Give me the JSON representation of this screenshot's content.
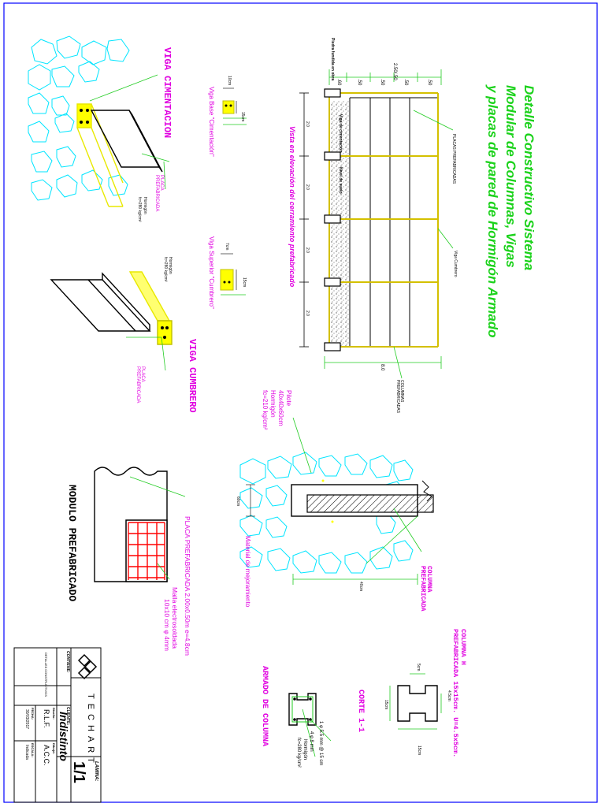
{
  "title": {
    "line1": "Detalle Constructivo Sistema",
    "line2": "Modular de Columnas, Vigas",
    "line3": "y placas de pared de Hormigón Armado"
  },
  "elevation": {
    "caption": "Vista en elevación del cerramiento prefabricado",
    "placas_label": "PLACAS  PREFABRICADAS",
    "columnas_label": "COLUMNAS PREFABRICADAS",
    "viga_cumbrero_label": "Viga Cumbrero",
    "piedra_label": "Piedra fundida en obra",
    "viga_cimentacion_label": "Viga de cimentación",
    "nivel_label": "Nivel de suelo",
    "top_dims": [
      ".60",
      ".50",
      ".50",
      "2.50/.50",
      ".50",
      ".50"
    ],
    "side_dims": [
      "2.0",
      "2.0",
      "2.0",
      "2.0"
    ],
    "total_length": "8.0"
  },
  "viga_cimentacion": {
    "title": "VIGA CIMENTACION",
    "section_label": "Viga Base \"Cimentación\"",
    "dim_width": "10cm",
    "dim_height": "15cm",
    "placa_label": "PLACA PREFABRICADA",
    "hormigon": "Hormigón",
    "resistencia": "fc=280 kg/cm²"
  },
  "viga_cumbrero": {
    "title": "VIGA CUMBRERO",
    "section_label": "Viga Superior \"Cumbrero\"",
    "dim_width": "7cm",
    "dim_height": "15cm",
    "hormigon": "Hormigón",
    "resistencia": "fc=280 kg/cm²",
    "placa_label": "PLACA PREFABRICADA"
  },
  "pilote": {
    "label1": "Pilote",
    "label2": "40x40x60cm",
    "label3": "Hormigón",
    "label4": "fc=210 kg/cm²",
    "dim_depth": "60cm",
    "dim_width": "40cm",
    "material": "Material de mejoramiento",
    "columna_label": "COLUMNA PREFABRICADA"
  },
  "modulo": {
    "title": "MODULO PREFABRICADO",
    "placa_label": "PLACA PREFABRICADA 2.00x0.50m  e=4.8cm",
    "malla_label1": "Malla electrosoldada",
    "malla_label2": "10x10 cm φ 4mm"
  },
  "columna_h": {
    "title1": "COLUMNA H",
    "title2": "PREFABRICADA 15x15cm. U=4.5x5cm.",
    "corte": "CORTE 1-1",
    "dim_top": "5cm",
    "dim_notch": "4.5cm",
    "dim_left": "15cm",
    "dim_bottom": "15cm"
  },
  "armado": {
    "title": "ARMADO DE COLUMNA",
    "stirrup": "1 φ 5.5 mm @ 15 cm",
    "rebar": "4 φ 8 mm",
    "hormigon": "Hormigón",
    "resistencia": "fc=280 kg/cm²"
  },
  "titleblock": {
    "brand": "TECHART",
    "lamina_label": "LAMINA:",
    "lamina_value": "1/1",
    "cliente_label": "CLIENTE:",
    "cliente_value": "Indistinto",
    "contiene_label": "CONTIENE:",
    "contiene_value": "DETALLES CONSTRUCTIVOS",
    "diseno_label": "Diseño:",
    "diseno_value": "R.L.F.",
    "dibujo_label": "Dibujó:",
    "dibujo_value": "A.C.C.",
    "fecha_label": "FECHA:",
    "fecha_value": "30/03/2017",
    "escala_label": "ESCALA:",
    "escala_value": "Indicada"
  },
  "colors": {
    "border": "#0000ff",
    "cyan": "#00e5ff",
    "magenta": "#e000e0",
    "yellow": "#ffff00",
    "green": "#22cc22",
    "red": "#ff0000"
  }
}
